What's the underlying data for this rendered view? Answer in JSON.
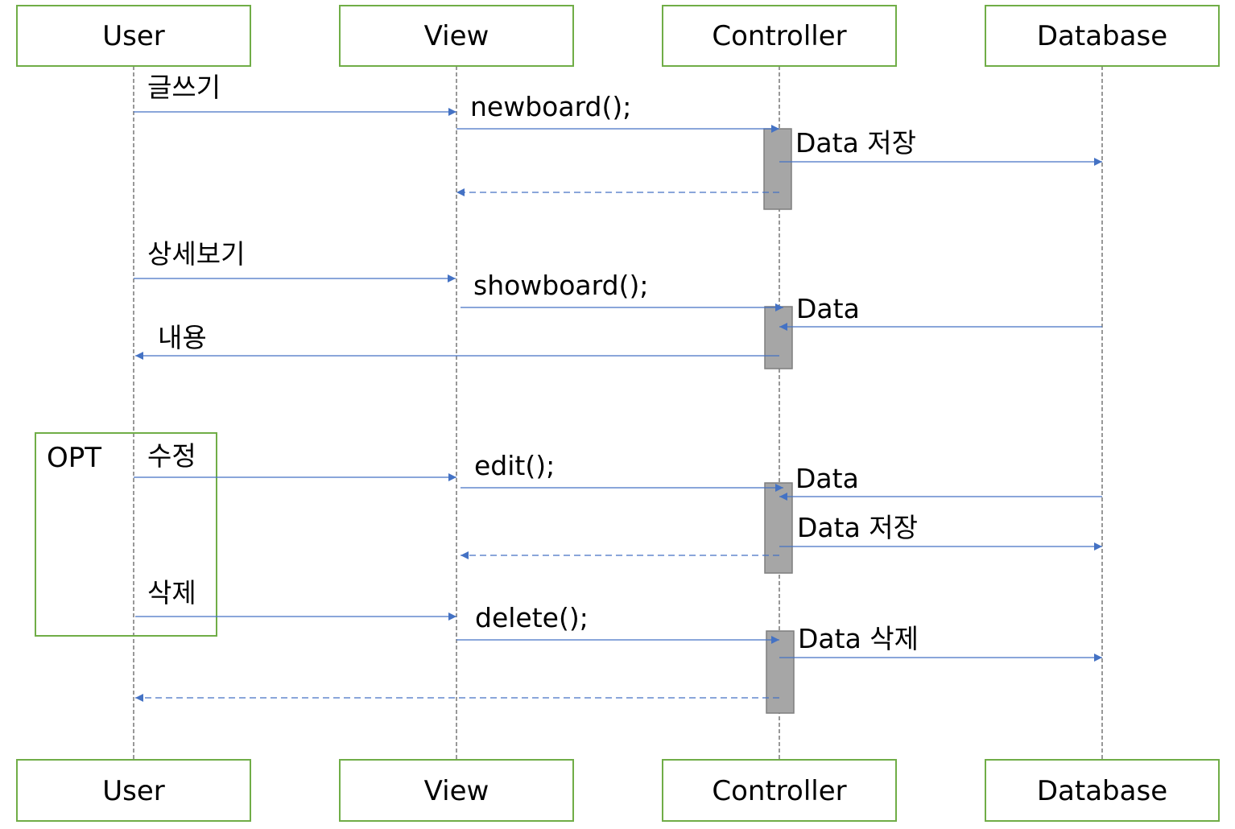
{
  "colors": {
    "box_border": "#70ad47",
    "arrow": "#4472c4",
    "lifeline": "#555555",
    "activation_fill": "#a6a6a6",
    "activation_border": "#7f7f7f"
  },
  "participants": [
    {
      "id": "user",
      "label": "User"
    },
    {
      "id": "view",
      "label": "View"
    },
    {
      "id": "controller",
      "label": "Controller"
    },
    {
      "id": "database",
      "label": "Database"
    }
  ],
  "messages": [
    {
      "id": "m1",
      "label": "글쓰기",
      "from": "user",
      "to": "view",
      "style": "solid"
    },
    {
      "id": "m2",
      "label": "newboard();",
      "from": "view",
      "to": "controller",
      "style": "solid"
    },
    {
      "id": "m3",
      "label": "Data 저장",
      "from": "controller",
      "to": "database",
      "style": "solid"
    },
    {
      "id": "m4",
      "label": "",
      "from": "controller",
      "to": "view",
      "style": "dashed"
    },
    {
      "id": "m5",
      "label": "상세보기",
      "from": "user",
      "to": "view",
      "style": "solid"
    },
    {
      "id": "m6",
      "label": "showboard();",
      "from": "view",
      "to": "controller",
      "style": "solid"
    },
    {
      "id": "m7",
      "label": "Data",
      "from": "database",
      "to": "controller",
      "style": "solid"
    },
    {
      "id": "m8",
      "label": "내용",
      "from": "controller",
      "to": "user",
      "style": "solid"
    },
    {
      "id": "m9",
      "label": "수정",
      "from": "user",
      "to": "view",
      "style": "solid"
    },
    {
      "id": "m10",
      "label": "edit();",
      "from": "view",
      "to": "controller",
      "style": "solid"
    },
    {
      "id": "m11",
      "label": "Data",
      "from": "database",
      "to": "controller",
      "style": "solid"
    },
    {
      "id": "m12",
      "label": "Data 저장",
      "from": "controller",
      "to": "database",
      "style": "solid"
    },
    {
      "id": "m13",
      "label": "",
      "from": "controller",
      "to": "view",
      "style": "dashed"
    },
    {
      "id": "m14",
      "label": "삭제",
      "from": "user",
      "to": "view",
      "style": "solid"
    },
    {
      "id": "m15",
      "label": "delete();",
      "from": "view",
      "to": "controller",
      "style": "solid"
    },
    {
      "id": "m16",
      "label": "Data 삭제",
      "from": "controller",
      "to": "database",
      "style": "solid"
    },
    {
      "id": "m17",
      "label": "",
      "from": "controller",
      "to": "user",
      "style": "dashed"
    }
  ],
  "frame": {
    "label": "OPT"
  }
}
